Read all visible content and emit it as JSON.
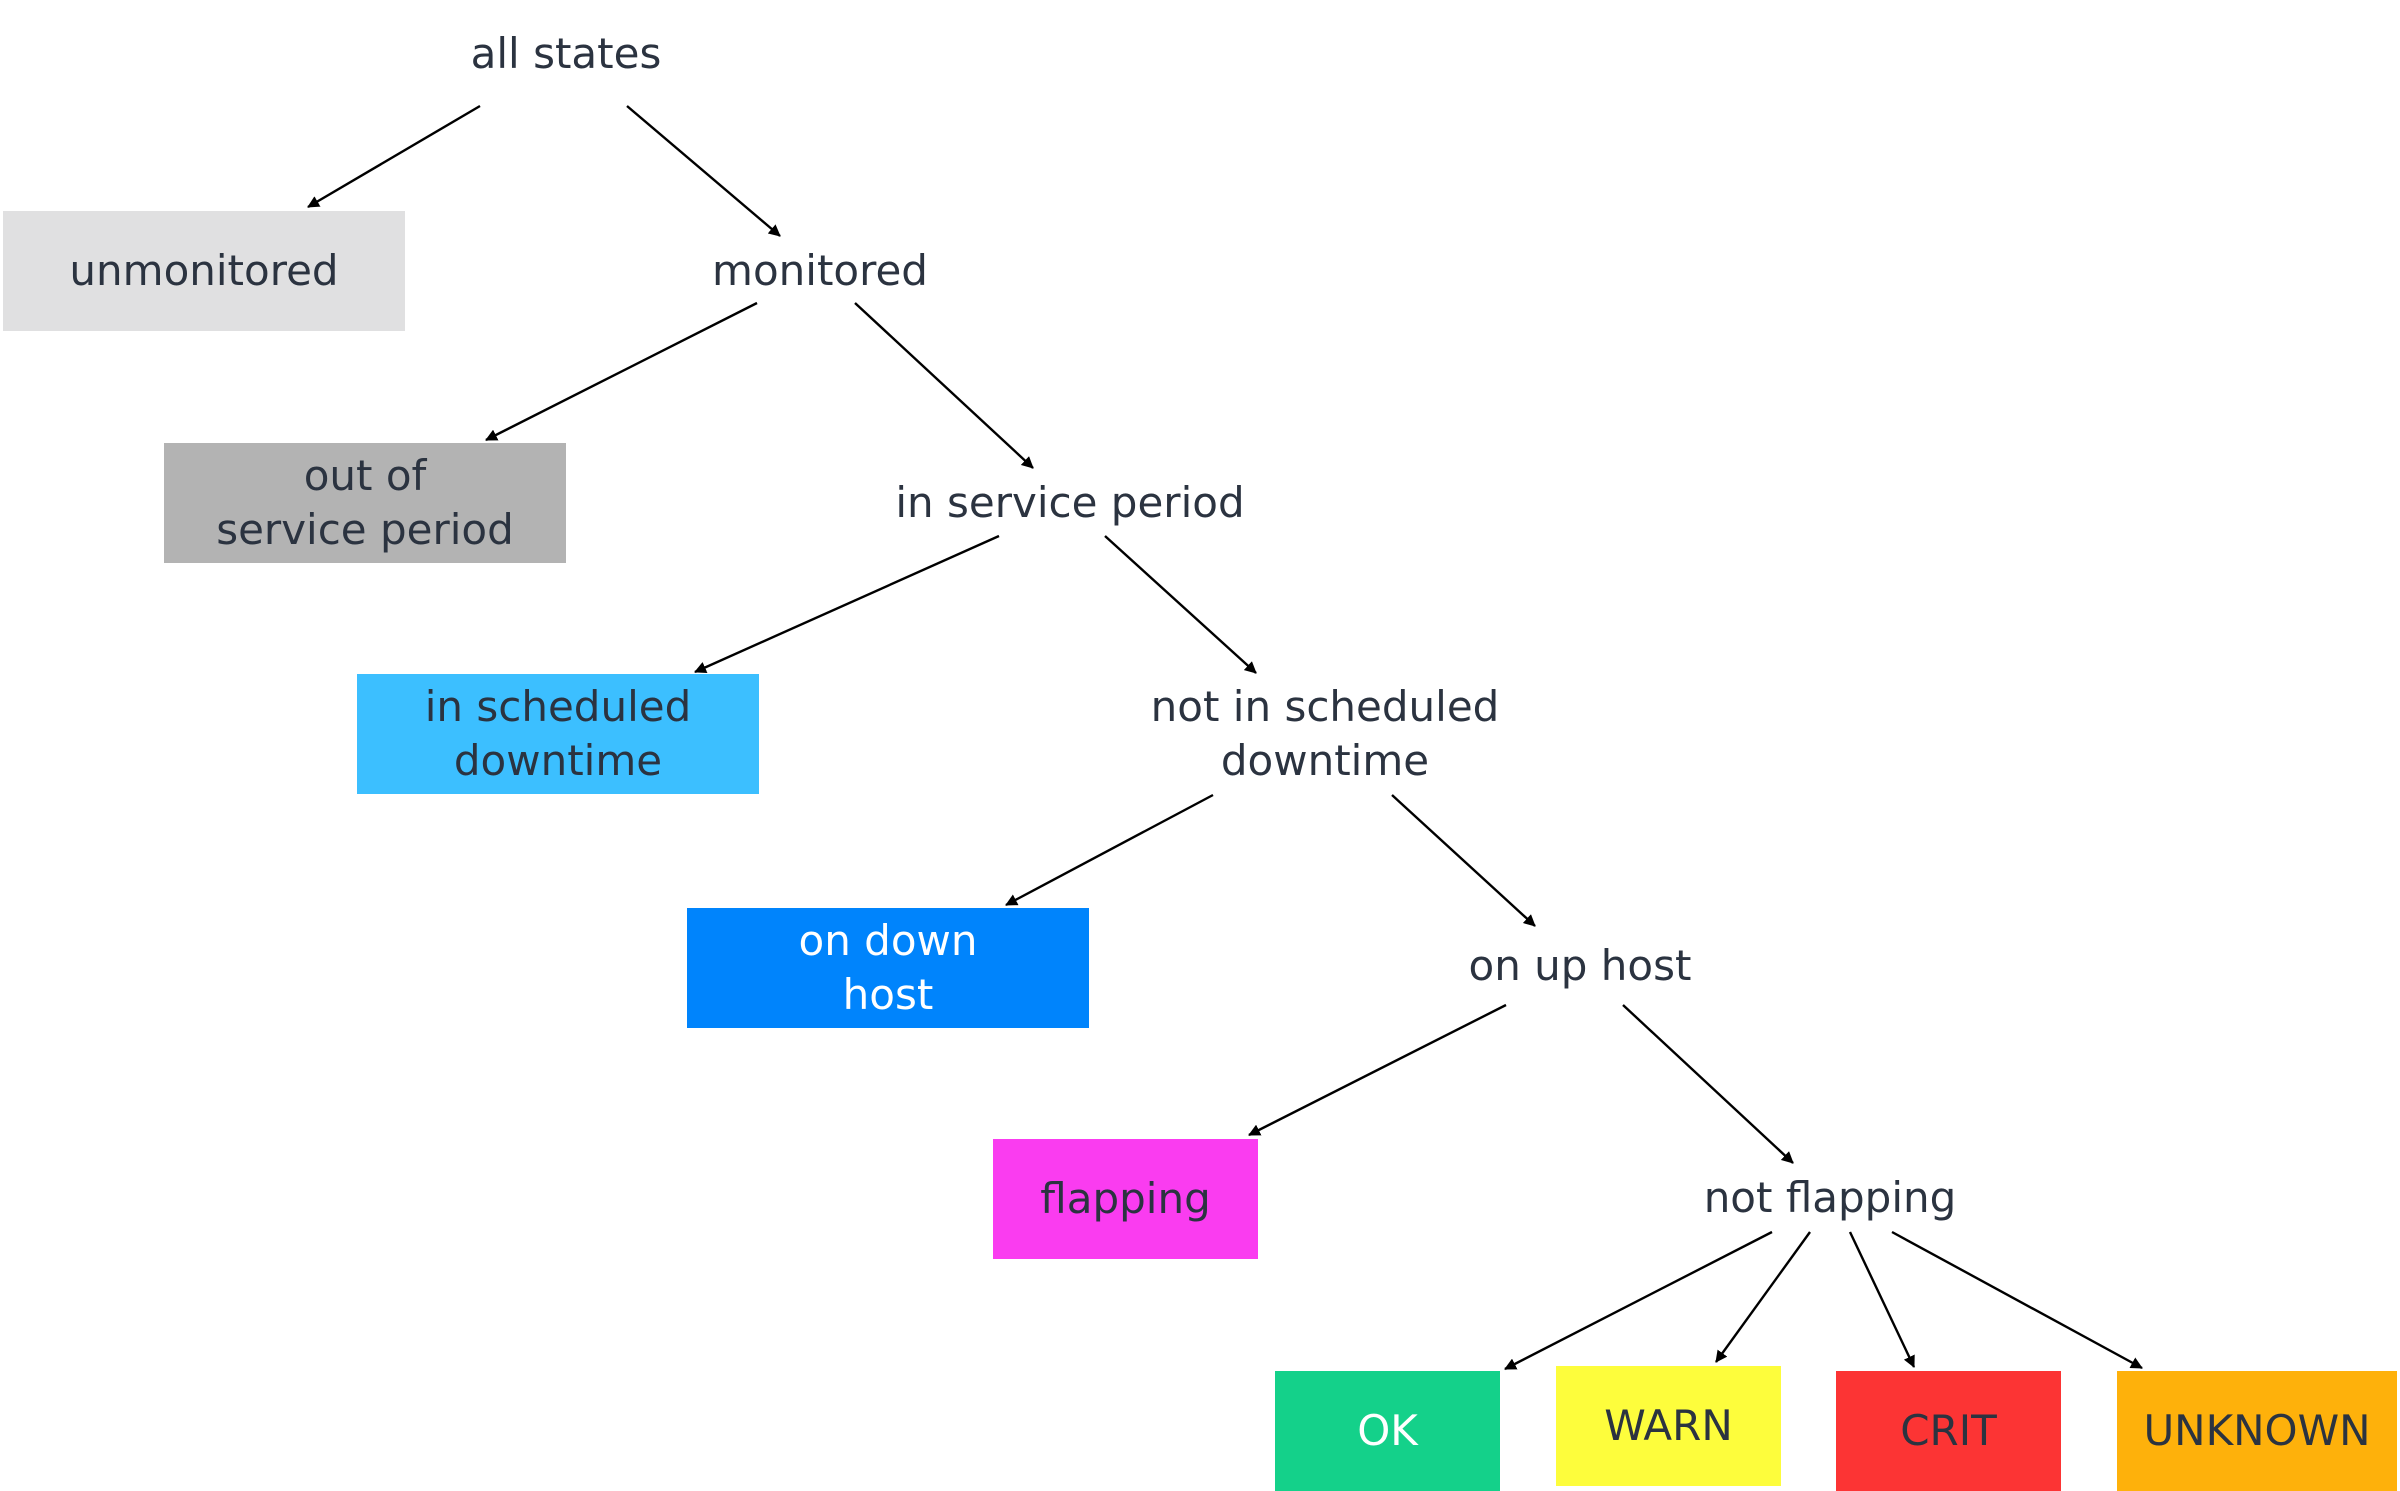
{
  "nodes": {
    "all_states": "all states",
    "unmonitored": "unmonitored",
    "monitored": "monitored",
    "out_of_service_period": "out of\nservice period",
    "in_service_period": "in service period",
    "in_scheduled_downtime": "in scheduled\ndowntime",
    "not_in_scheduled_downtime": "not in scheduled\ndowntime",
    "on_down_host": "on down\nhost",
    "on_up_host": "on up host",
    "flapping": "flapping",
    "not_flapping": "not flapping",
    "ok": "OK",
    "warn": "WARN",
    "crit": "CRIT",
    "unknown": "UNKNOWN"
  },
  "colors": {
    "unmonitored": "#e0e0e1",
    "out_of_service_period": "#b3b3b3",
    "in_scheduled_downtime": "#3cbfff",
    "on_down_host": "#0084fc",
    "flapping": "#fa3cf0",
    "ok": "#14d18a",
    "warn": "#fdfd3c",
    "crit": "#fc3434",
    "unknown": "#feb10b",
    "text": "#2b3340",
    "arrow": "#000000"
  }
}
